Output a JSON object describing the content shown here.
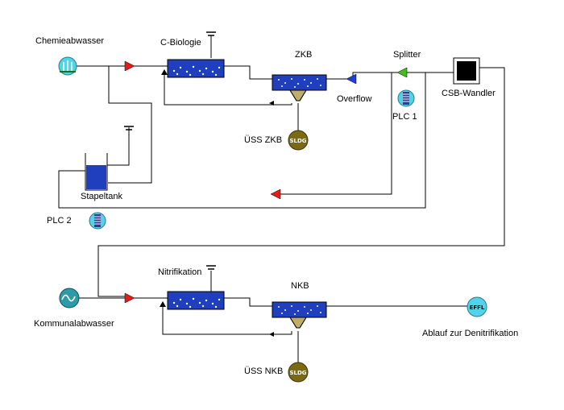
{
  "colors": {
    "background": "#ffffff",
    "line": "#000000",
    "tank_blue": "#1f3fbf",
    "mixer_red": "#e21b1b",
    "splitter_green": "#3fbf1f",
    "junction_blue": "#1f3fd8",
    "badge_cyan": "#52d3ea",
    "sludge_olive": "#7a6a12",
    "inlet_teal": "#2e9aa8"
  },
  "labels": {
    "chemieabwasser": "Chemieabwasser",
    "c_biologie": "C-Biologie",
    "zkb": "ZKB",
    "splitter": "Splitter",
    "csb_wandler": "CSB-Wandler",
    "overflow": "Overflow",
    "plc1": "PLC 1",
    "uess_zkb": "ÜSS ZKB",
    "stapeltank": "Stapeltank",
    "plc2": "PLC 2",
    "nitrifikation": "Nitrifikation",
    "nkb": "NKB",
    "kommunalabwasser": "Kommunalabwasser",
    "ablauf": "Ablauf zur Denitrifikation",
    "uess_nkb": "ÜSS NKB"
  },
  "icons": {
    "sludge_text": "SLDG",
    "effluent_text": "EFFL",
    "sludge_icon": "sludge-icon",
    "effluent_icon": "effluent-icon",
    "plc_icon": "plc-icon",
    "influent_icon": "influent-icon"
  }
}
